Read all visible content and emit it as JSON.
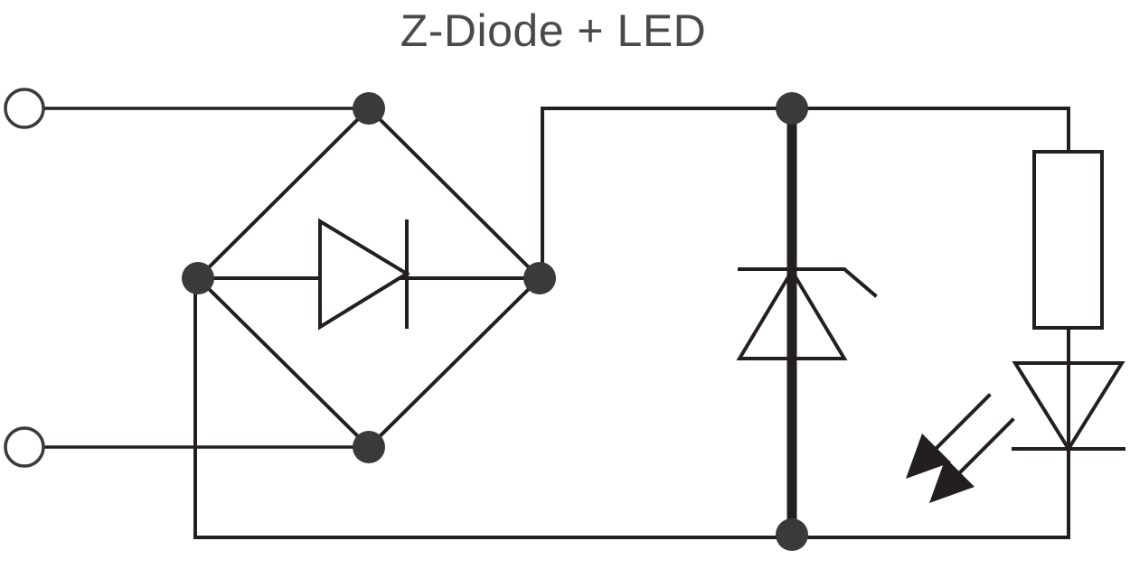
{
  "diagram": {
    "title": "Z-Diode + LED",
    "components": [
      {
        "kind": "terminal",
        "icon": "open-circle-terminal",
        "count": 2
      },
      {
        "kind": "bridge-rectifier",
        "icon": "diode-bridge"
      },
      {
        "kind": "zener-diode",
        "icon": "zener-diode-symbol"
      },
      {
        "kind": "resistor",
        "icon": "resistor-rectangle"
      },
      {
        "kind": "led",
        "icon": "light-emitting-diode-symbol"
      }
    ],
    "colors": {
      "line": "#231f20",
      "junction": "#3a3a3a",
      "title": "#4a4a4a",
      "background": "#ffffff"
    }
  }
}
